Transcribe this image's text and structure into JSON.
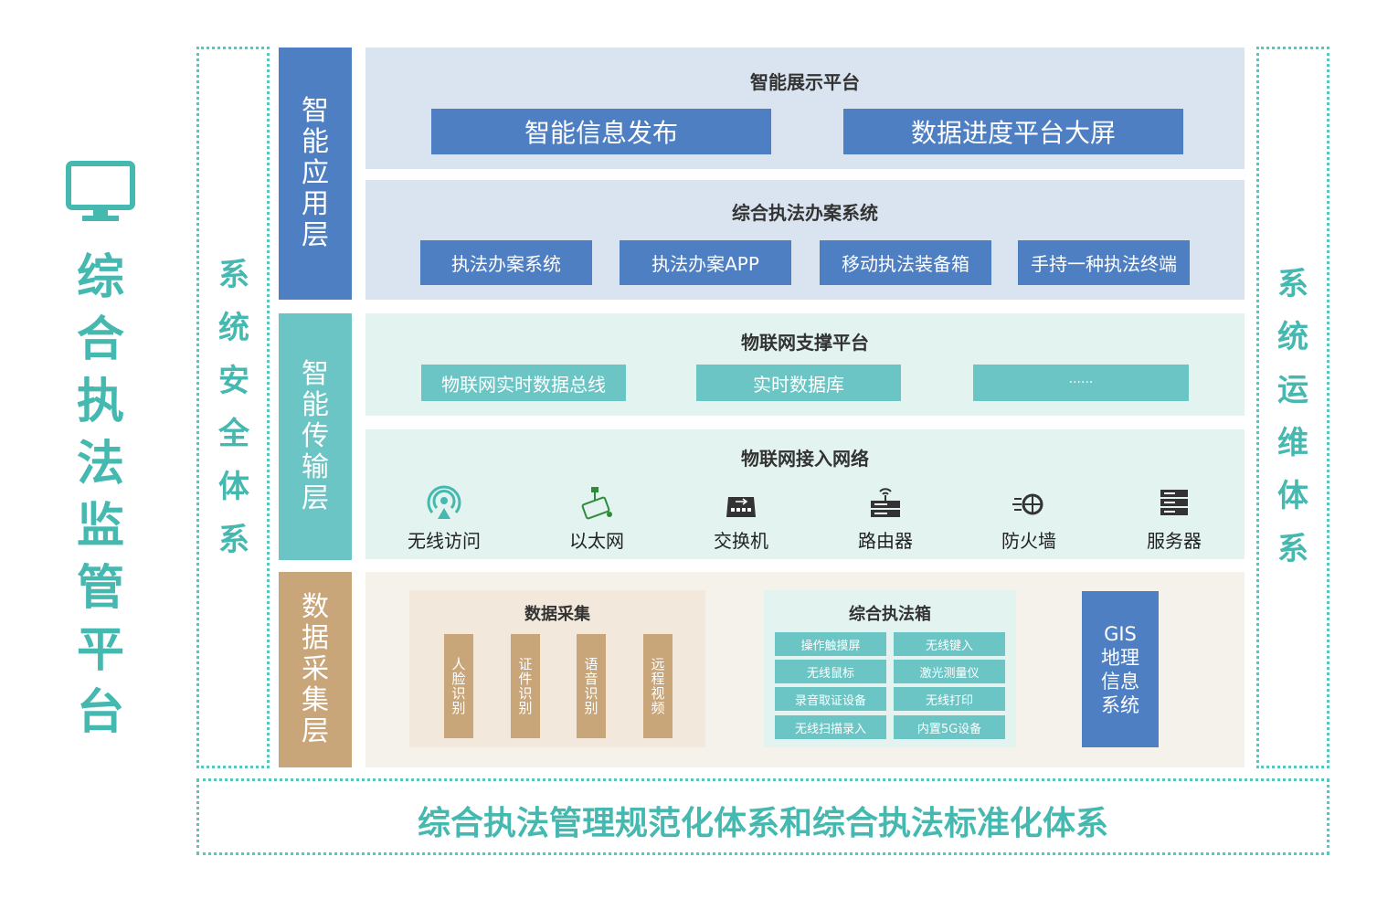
{
  "platform": {
    "title": "综合执法监管平台",
    "icon": "monitor-icon"
  },
  "left_side": {
    "label": "系统安全体系"
  },
  "right_side": {
    "label": "系统运维体系"
  },
  "bottom_banner": {
    "text": "综合执法管理规范化体系和综合执法标准化体系"
  },
  "colors": {
    "teal": "#45b8b0",
    "blue_layer": "#4f7fc3",
    "teal_layer": "#6bc5c4",
    "tan_layer": "#c9a57a"
  },
  "layers": {
    "application": {
      "label": "智能应用层",
      "display_platform": {
        "title": "智能展示平台",
        "items": [
          "智能信息发布",
          "数据进度平台大屏"
        ]
      },
      "case_system": {
        "title": "综合执法办案系统",
        "items": [
          "执法办案系统",
          "执法办案APP",
          "移动执法装备箱",
          "手持一种执法终端"
        ]
      }
    },
    "transport": {
      "label": "智能传输层",
      "iot_platform": {
        "title": "物联网支撑平台",
        "items": [
          "物联网实时数据总线",
          "实时数据库",
          "······"
        ]
      },
      "iot_network": {
        "title": "物联网接入网络",
        "items": [
          {
            "label": "无线访问",
            "icon": "wireless-access-icon"
          },
          {
            "label": "以太网",
            "icon": "ethernet-icon"
          },
          {
            "label": "交换机",
            "icon": "switch-icon"
          },
          {
            "label": "路由器",
            "icon": "router-icon"
          },
          {
            "label": "防火墙",
            "icon": "firewall-icon"
          },
          {
            "label": "服务器",
            "icon": "server-icon"
          }
        ]
      }
    },
    "collection": {
      "label": "数据采集层",
      "data_collect": {
        "title": "数据采集",
        "items": [
          "人脸识别",
          "证件识别",
          "语音识别",
          "远程视频"
        ]
      },
      "enforcement_box": {
        "title": "综合执法箱",
        "items": [
          "操作触摸屏",
          "无线键入",
          "无线鼠标",
          "激光测量仪",
          "录音取证设备",
          "无线打印",
          "无线扫描录入",
          "内置5G设备"
        ]
      },
      "gis": {
        "label": "GIS地理信息系统",
        "lines": [
          "GIS",
          "地理",
          "信息",
          "系统"
        ]
      }
    }
  }
}
